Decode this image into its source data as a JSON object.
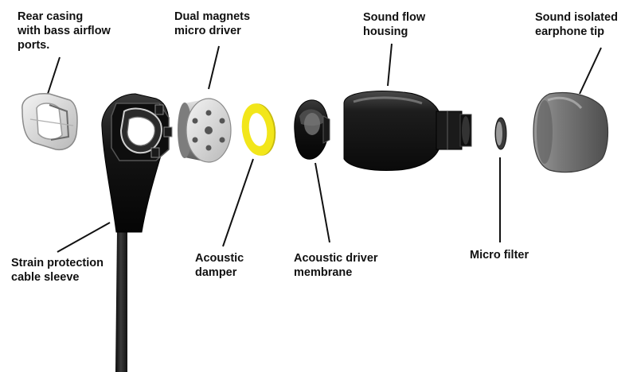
{
  "labels": {
    "rear_casing": [
      "Rear casing",
      "with bass airflow",
      "ports."
    ],
    "dual_magnets": [
      "Dual magnets",
      "micro driver"
    ],
    "sound_flow": [
      "Sound flow",
      "housing"
    ],
    "earphone_tip": [
      "Sound isolated",
      "earphone tip"
    ],
    "strain_protection": [
      "Strain protection",
      "cable sleeve"
    ],
    "acoustic_damper": [
      "Acoustic",
      "damper"
    ],
    "driver_membrane": [
      "Acoustic driver",
      "membrane"
    ],
    "micro_filter": [
      "Micro filter"
    ]
  },
  "colors": {
    "label_text": "#111111",
    "leader_line": "#111111",
    "damper": "#f2e61a",
    "body_dark": "#1a1a1a",
    "metal": "#a9a9a9",
    "tip": "#6e6e6e"
  }
}
